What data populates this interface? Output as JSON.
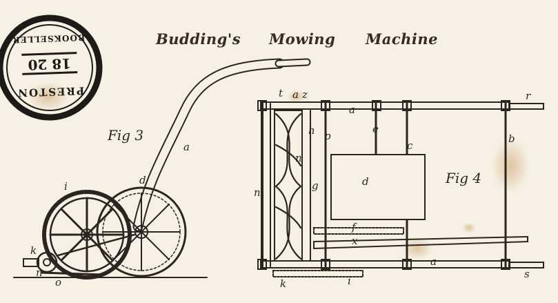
{
  "title": [
    "Budding's",
    "Mowing",
    "Machine"
  ],
  "stamp": {
    "lines": [
      "PRESTON",
      "18 20",
      "BOOKSELLER"
    ],
    "date": "18 20"
  },
  "figures": {
    "fig3": {
      "caption": "Fig 3",
      "labels": [
        "a",
        "d",
        "i",
        "k",
        "n",
        "o"
      ]
    },
    "fig4": {
      "caption": "Fig 4",
      "labels": [
        "t",
        "a",
        "z",
        "a",
        "r",
        "e",
        "b",
        "h",
        "p",
        "c",
        "n",
        "d",
        "g",
        "n",
        "f",
        "x",
        "a",
        "k",
        "i",
        "s"
      ]
    }
  },
  "colors": {
    "paper": "#f6f1e4",
    "ink": "#2a2520",
    "title_ink": "#3a2a22",
    "stain": "#c9a06a"
  }
}
